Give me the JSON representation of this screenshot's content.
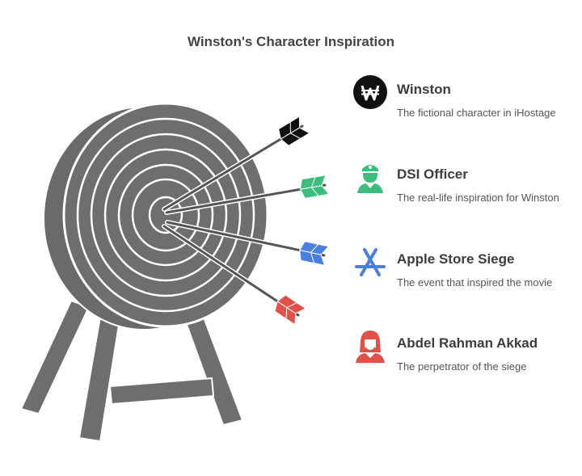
{
  "title": "Winston's Character Inspiration",
  "items": [
    {
      "title": "Winston",
      "description": "The fictional character in iHostage",
      "color": "#111111",
      "icon": "won-sign-icon"
    },
    {
      "title": "DSI Officer",
      "description": "The real-life inspiration for Winston",
      "color": "#3dbd7d",
      "icon": "police-officer-icon"
    },
    {
      "title": "Apple Store Siege",
      "description": "The event that inspired the movie",
      "color": "#4a7fe0",
      "icon": "app-store-icon"
    },
    {
      "title": "Abdel Rahman Akkad",
      "description": "The perpetrator of the siege",
      "color": "#e0514a",
      "icon": "person-keffiyeh-icon"
    }
  ]
}
